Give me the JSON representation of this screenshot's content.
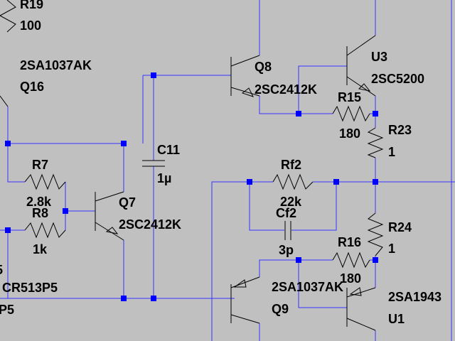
{
  "colors": {
    "background": "#c0c0c0",
    "wire": "#3333ff",
    "component": "#000000",
    "node": "#0000ff"
  },
  "labels": {
    "r19_ref": "R19",
    "r19_val": "100",
    "q16_part": "2SA1037AK",
    "q16_ref": "Q16",
    "q8_ref": "Q8",
    "q8_part": "2SC2412K",
    "u3_ref": "U3",
    "u3_part": "2SC5200",
    "r15_ref": "R15",
    "r15_val": "180",
    "r23_ref": "R23",
    "r23_val": "1",
    "c11_ref": "C11",
    "c11_val": "1µ",
    "r7_ref": "R7",
    "r7_val": "2.8k",
    "r8_ref": "R8",
    "r8_val": "1k",
    "q7_ref": "Q7",
    "q7_part": "2SC2412K",
    "rf2_ref": "Rf2",
    "rf2_val": "22k",
    "cf2_ref": "Cf2",
    "cf2_val": "3p",
    "r24_ref": "R24",
    "r24_val": "1",
    "r16_ref": "R16",
    "r16_val": "180",
    "q9_part": "2SA1037AK",
    "q9_ref": "Q9",
    "u1_part": "2SA1943",
    "u1_ref": "U1",
    "left_part_a": "CR513P5",
    "left_part_b": "P5",
    "left_frag": "5"
  }
}
